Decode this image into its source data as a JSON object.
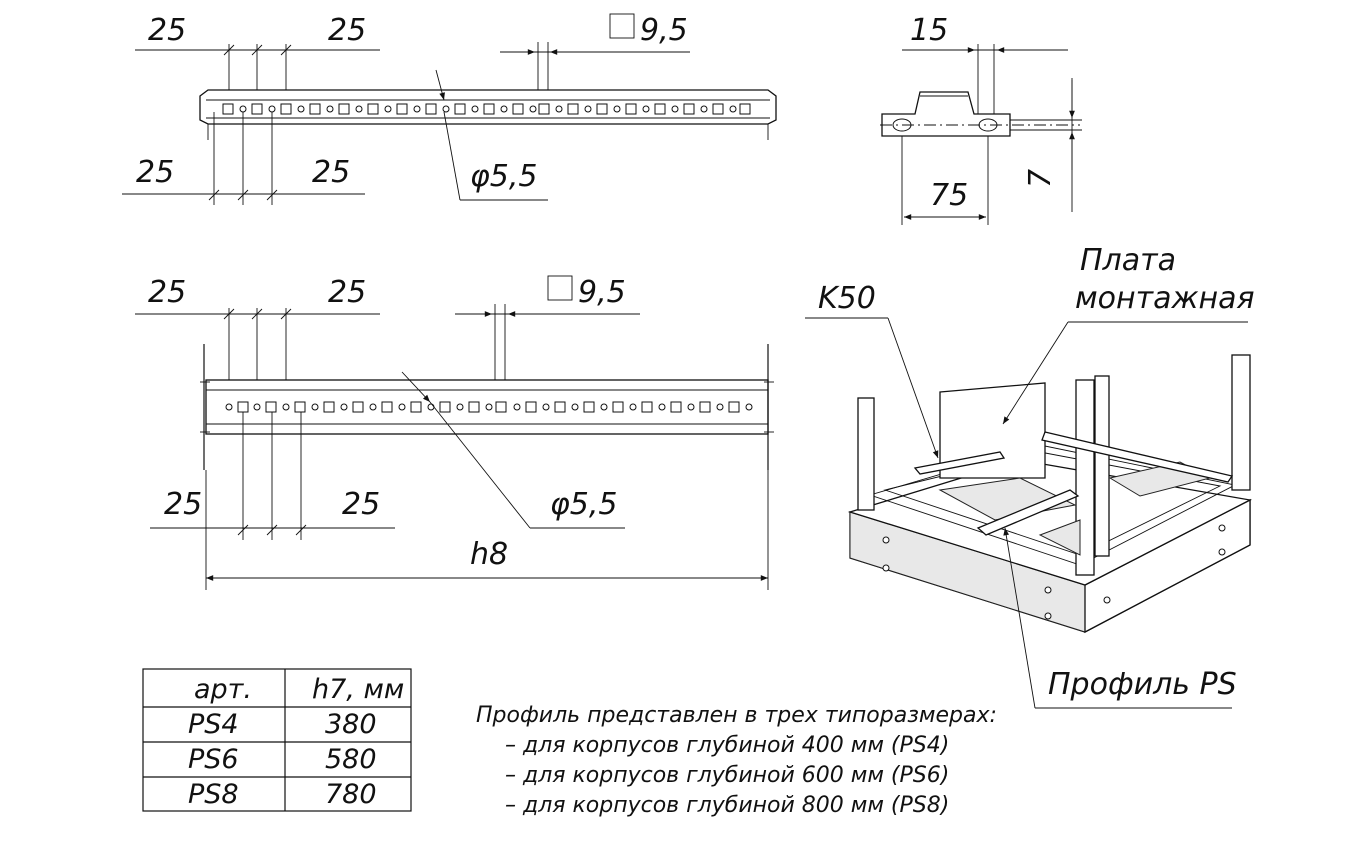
{
  "top_view": {
    "dim_top_left": "25",
    "dim_top_right": "25",
    "square_label": "9,5",
    "dim_bottom_left": "25",
    "dim_bottom_right": "25",
    "hole_label": "φ5,5"
  },
  "bottom_view": {
    "dim_top_left": "25",
    "dim_top_right": "25",
    "square_label": "9,5",
    "dim_bottom_left": "25",
    "dim_bottom_right": "25",
    "hole_label": "φ5,5",
    "length_label": "h8"
  },
  "side_view": {
    "dim_top": "15",
    "dim_bottom": "75",
    "dim_right": "7"
  },
  "iso_view": {
    "label_k50": "K50",
    "label_plate_line1": "Плата",
    "label_plate_line2": "монтажная",
    "label_profile": "Профиль PS"
  },
  "table": {
    "headers": [
      "арт.",
      "h7, мм"
    ],
    "rows": [
      [
        "PS4",
        "380"
      ],
      [
        "PS6",
        "580"
      ],
      [
        "PS8",
        "780"
      ]
    ]
  },
  "note": {
    "line1": "Профиль представлен в трех типоразмерах:",
    "line2": "– для корпусов глубиной 400 мм (PS4)",
    "line3": "– для корпусов глубиной 600 мм (PS6)",
    "line4": "– для корпусов глубиной 800 мм (PS8)"
  }
}
